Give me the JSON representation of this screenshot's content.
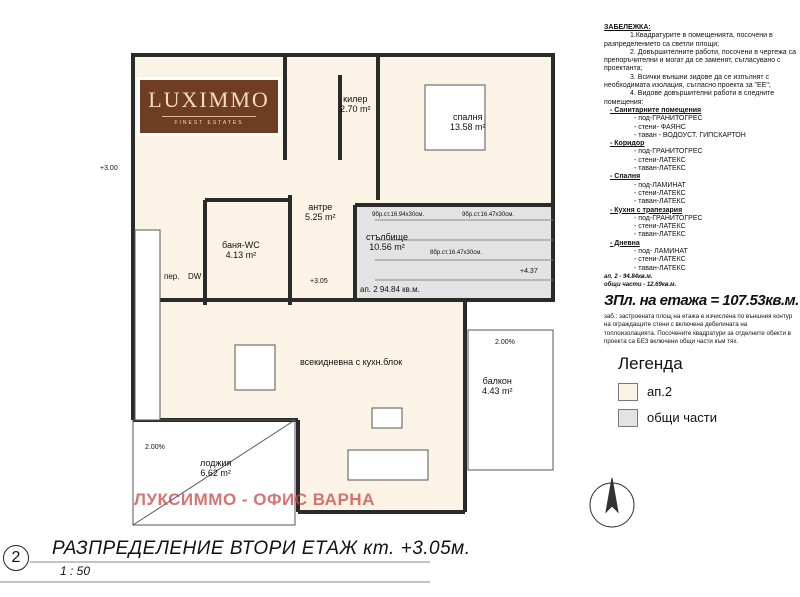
{
  "notes": {
    "heading": "ЗАБЕЛЕЖКА:",
    "items": [
      "1.Квадратурите в помещенията, посочени в разпределението са светли площи;",
      "2. Довършителните работи, посочени в чертежа са препоръчителни и могат да се заменят, съгласувано с проектанта;",
      "3. Всички външни зидове да се изпълнят с необходимата изолация, съгласно проекта за \"ЕЕ\";",
      "4. Видове довършителни работи в следните помещения:"
    ],
    "categories": [
      {
        "name": "- Санитарните помещения",
        "finishes": [
          "- под-ГРАНИТОГРЕС",
          "- стени- ФАЯНС",
          "- таван - ВОДОУСТ. ГИПСКАРТОН"
        ]
      },
      {
        "name": "- Коридор",
        "finishes": [
          "- под-ГРАНИТОГРЕС",
          "- стени-ЛАТЕКС",
          "- таван-ЛАТЕКС"
        ]
      },
      {
        "name": "- Спалня",
        "finishes": [
          "- под-ЛАМИНАТ",
          "- стени-ЛАТЕКС",
          "- таван-ЛАТЕКС"
        ]
      },
      {
        "name": "- Кухня с трапезария",
        "finishes": [
          "- под-ГРАНИТОГРЕС",
          "- стени-ЛАТЕКС",
          "- таван-ЛАТЕКС"
        ]
      },
      {
        "name": "- Дневна",
        "finishes": [
          "- под- ЛАМИНАТ",
          "- стени-ЛАТЕКС",
          "- таван-ЛАТЕКС"
        ]
      }
    ],
    "ap_area": "ап. 2 - 94.84кв.м.",
    "common_area": "общи части - 12.69кв.м."
  },
  "total": "ЗПл. на етажа = 107.53кв.м.",
  "note2": "заб.: застроената площ на етажа е изчислена по външния контур на ограждащите стени с включена дебелината на топлоизолацията. Посочените квадратури за отделните обекти в проекта са БЕЗ включени общи части към тях.",
  "legend": {
    "title": "Легенда",
    "items": [
      {
        "label": "ап.2",
        "color": "#fbf3e6"
      },
      {
        "label": "общи части",
        "color": "#e3e3e3"
      }
    ]
  },
  "title": "РАЗПРЕДЕЛЕНИЕ ВТОРИ ЕТАЖ кт. +3.05м.",
  "scale": "1 : 50",
  "sheet_number": "2",
  "logo": {
    "name": "LUXIMMO",
    "tagline": "FINEST ESTATES"
  },
  "watermark": "ЛУКСИММО - ОФИС ВАРНА",
  "rooms": [
    {
      "name": "килер",
      "area": "2.70 m²"
    },
    {
      "name": "спалня",
      "area": "13.58 m²"
    },
    {
      "name": "антре",
      "area": "5.25 m²"
    },
    {
      "name": "баня-WC",
      "area": "4.13 m²"
    },
    {
      "name": "стълбище",
      "area": "10.56 m²"
    },
    {
      "name": "всекидневна с кухн.блок",
      "area": ""
    },
    {
      "name": "балкон",
      "area": "4.43 m²"
    },
    {
      "name": "лоджия",
      "area": "6.62 m²"
    }
  ],
  "labels": {
    "fridge": "пер.",
    "dw": "DW",
    "apt": "ап. 2",
    "apt_area": "94.84 кв.м.",
    "level1": "+3.05",
    "level2": "+4.37",
    "level3": "+3.00",
    "slope": "2.00%",
    "stairs1": "9бр.ст.16.94x30см.",
    "stairs2": "9бр.ст.16.47x30см.",
    "stairs3": "8бр.ст.16.47x30см."
  },
  "colors": {
    "apartment": "#fbf3e6",
    "common": "#e3e3e3",
    "wall": "#2a2a2a"
  }
}
